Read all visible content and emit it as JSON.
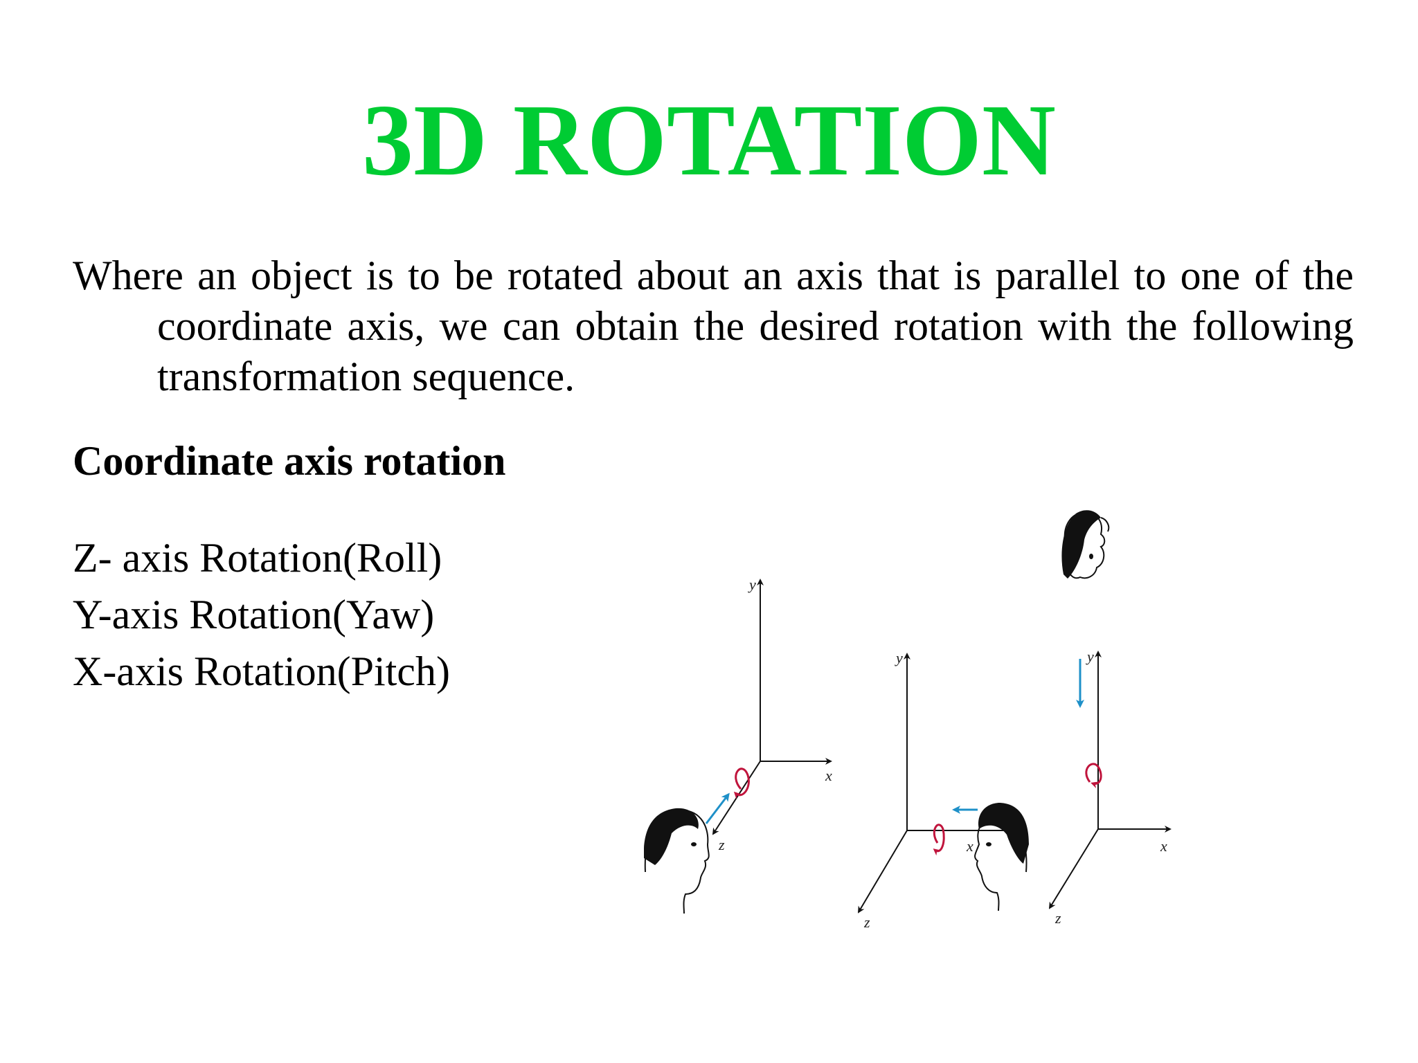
{
  "title": "3D ROTATION",
  "intro": "Where an object is to be rotated about an axis that is parallel to one of the coordinate axis, we can obtain the desired rotation with the following transformation sequence.",
  "subheading": "Coordinate axis rotation",
  "rotations": [
    "Z- axis Rotation(Roll)",
    "Y-axis Rotation(Yaw)",
    "X-axis Rotation(Pitch)"
  ],
  "figure": {
    "axis_labels": {
      "x": "x",
      "y": "y",
      "z": "z"
    }
  },
  "colors": {
    "title": "#00cc33",
    "rotation_arrow": "#c0143c",
    "direction_arrow": "#1e90c8"
  }
}
